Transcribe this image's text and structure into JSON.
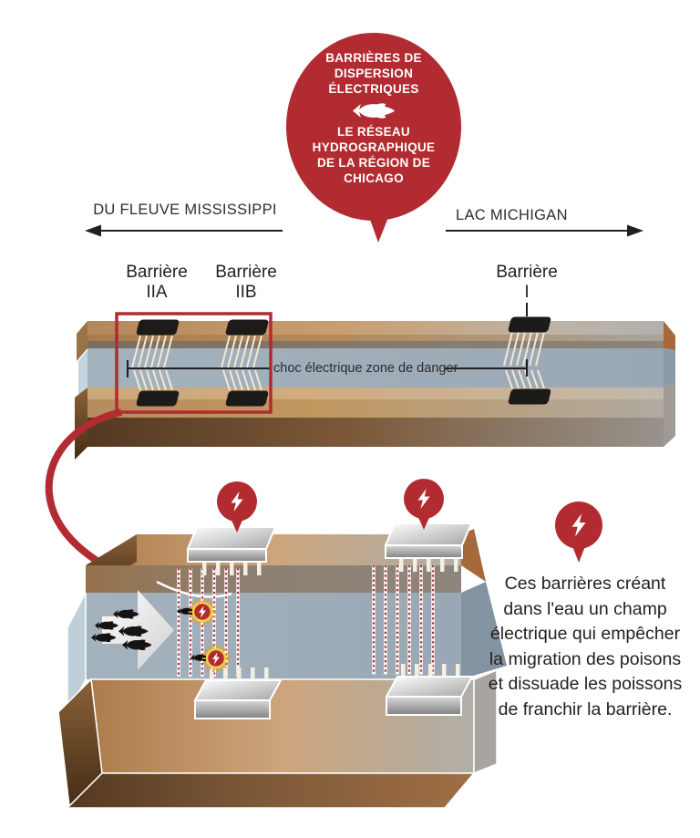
{
  "bubble": {
    "title_lines": [
      "BARRIÈRES DE",
      "DISPERSION",
      "ÉLECTRIQUES"
    ],
    "subtitle_lines": [
      "LE RÉSEAU",
      "HYDROGRAPHIQUE",
      "DE LA RÉGION DE",
      "CHICAGO"
    ],
    "fish_icon": "fish-icon"
  },
  "direction_arrows": {
    "left": {
      "label": "DU FLEUVE MISSISSIPPI",
      "direction": "left"
    },
    "right": {
      "label": "LAC MICHIGAN",
      "direction": "right"
    }
  },
  "overview_diagram": {
    "barriers": [
      {
        "name": "Barrière",
        "id": "IIA"
      },
      {
        "name": "Barrière",
        "id": "IIB"
      },
      {
        "name": "Barrière",
        "id": "I"
      }
    ],
    "danger_zone_label": "choc électrique zone de danger"
  },
  "detail_diagram": {
    "caption_lines": [
      "Ces barrières créant",
      "dans l'eau un champ",
      "électrique qui empêcher",
      "la migration des poisons",
      "et dissuade les poissons",
      "de franchir la barrière."
    ],
    "icons": [
      "lightning-bolt-icon",
      "shocked-fish-icon",
      "fish-school",
      "flow-arrow"
    ]
  },
  "palette": {
    "accent_red": "#b12b31",
    "bank_tan": "#cda57c",
    "bank_gray": "#b3b1ad",
    "water_blue": "#a3b1bd",
    "front_brown": "#54381f",
    "device_black": "#1d1b1a",
    "electrode_silver": "#cfcfcf",
    "field_dot_red": "#a93136",
    "starburst_yellow": "#f7d13e",
    "text_dark": "#231f20"
  }
}
